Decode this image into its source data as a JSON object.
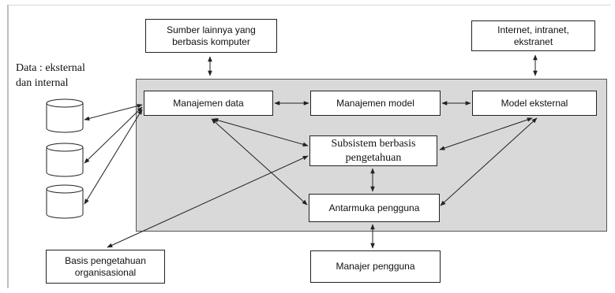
{
  "diagram": {
    "external_sources": "Sumber lainnya yang\nberbasis komputer",
    "internet": "Internet, intranet,\nekstranet",
    "data_label": "Data : eksternal\n     dan internal",
    "manajemen_data": "Manajemen data",
    "manajemen_model": "Manajemen model",
    "model_eksternal": "Model eksternal",
    "subsistem": "Subsistem berbasis\npengetahuan",
    "antarmuka": "Antarmuka pengguna",
    "basis_pengetahuan": "Basis pengetahuan\norganisasional",
    "manajer_pengguna": "Manajer pengguna"
  },
  "colors": {
    "panel": "#d9d9d9",
    "stroke": "#222222"
  }
}
